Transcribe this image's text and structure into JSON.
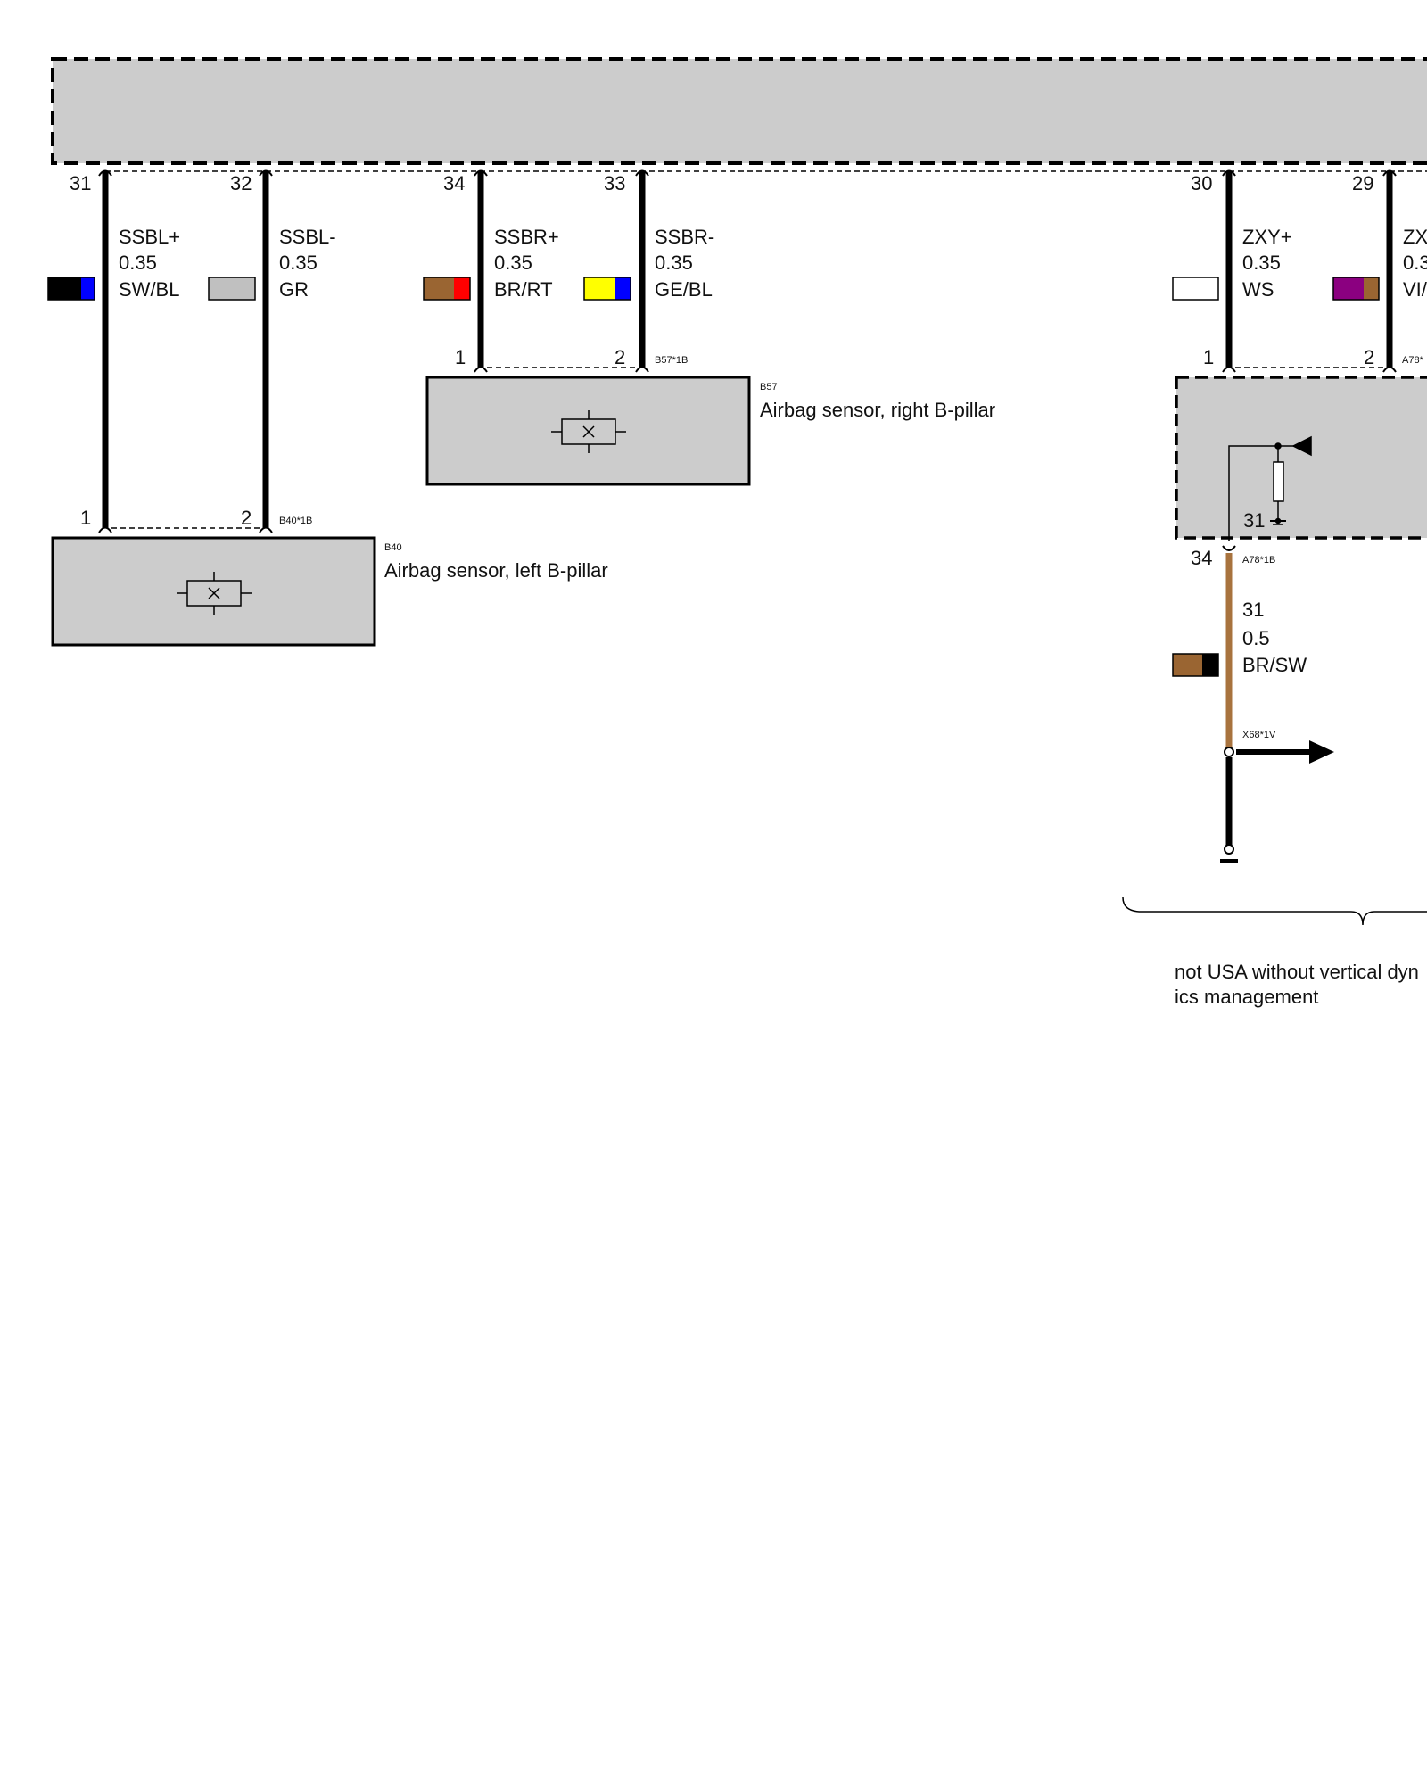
{
  "controller": {
    "pins": [
      {
        "pin": "31",
        "signal": "SSBL+",
        "cross_section": "0.35",
        "color": "SW/BL",
        "color_swatch": [
          "#000000",
          "#0000ff"
        ],
        "connector_pin": "1"
      },
      {
        "pin": "32",
        "signal": "SSBL-",
        "cross_section": "0.35",
        "color": "GR",
        "color_swatch": [
          "#c0c0c0"
        ],
        "connector_pin": "2"
      },
      {
        "pin": "34",
        "signal": "SSBR+",
        "cross_section": "0.35",
        "color": "BR/RT",
        "color_swatch": [
          "#9a6532",
          "#ff0000"
        ],
        "connector_pin": "1"
      },
      {
        "pin": "33",
        "signal": "SSBR-",
        "cross_section": "0.35",
        "color": "GE/BL",
        "color_swatch": [
          "#ffff00",
          "#0000ff"
        ],
        "connector_pin": "2"
      },
      {
        "pin": "30",
        "signal": "ZXY+",
        "cross_section": "0.35",
        "color": "WS",
        "color_swatch": [
          "#ffffff"
        ],
        "connector_pin": "1"
      },
      {
        "pin": "29",
        "signal": "ZX",
        "cross_section": "0.3",
        "color": "VI/",
        "color_swatch": [
          "#8b0080",
          "#9a6532"
        ],
        "connector_pin": "2"
      }
    ]
  },
  "components": {
    "b40": {
      "id": "B40",
      "connector": "B40*1B",
      "name": "Airbag sensor, left B-pillar"
    },
    "b57": {
      "id": "B57",
      "connector": "B57*1B",
      "name": "Airbag sensor, right B-pillar"
    },
    "a78": {
      "connector_top": "A78*",
      "connector_bottom": "A78*1B",
      "ground_label": "31",
      "bottom_pin": "34"
    }
  },
  "ground_wire": {
    "signal": "31",
    "cross_section": "0.5",
    "color": "BR/SW",
    "color_swatch": [
      "#9a6532",
      "#000000"
    ],
    "wire_color": "#a8733e",
    "connector": "X68*1V"
  },
  "note": {
    "line1": "not USA without vertical dyn",
    "line2": "ics management"
  }
}
